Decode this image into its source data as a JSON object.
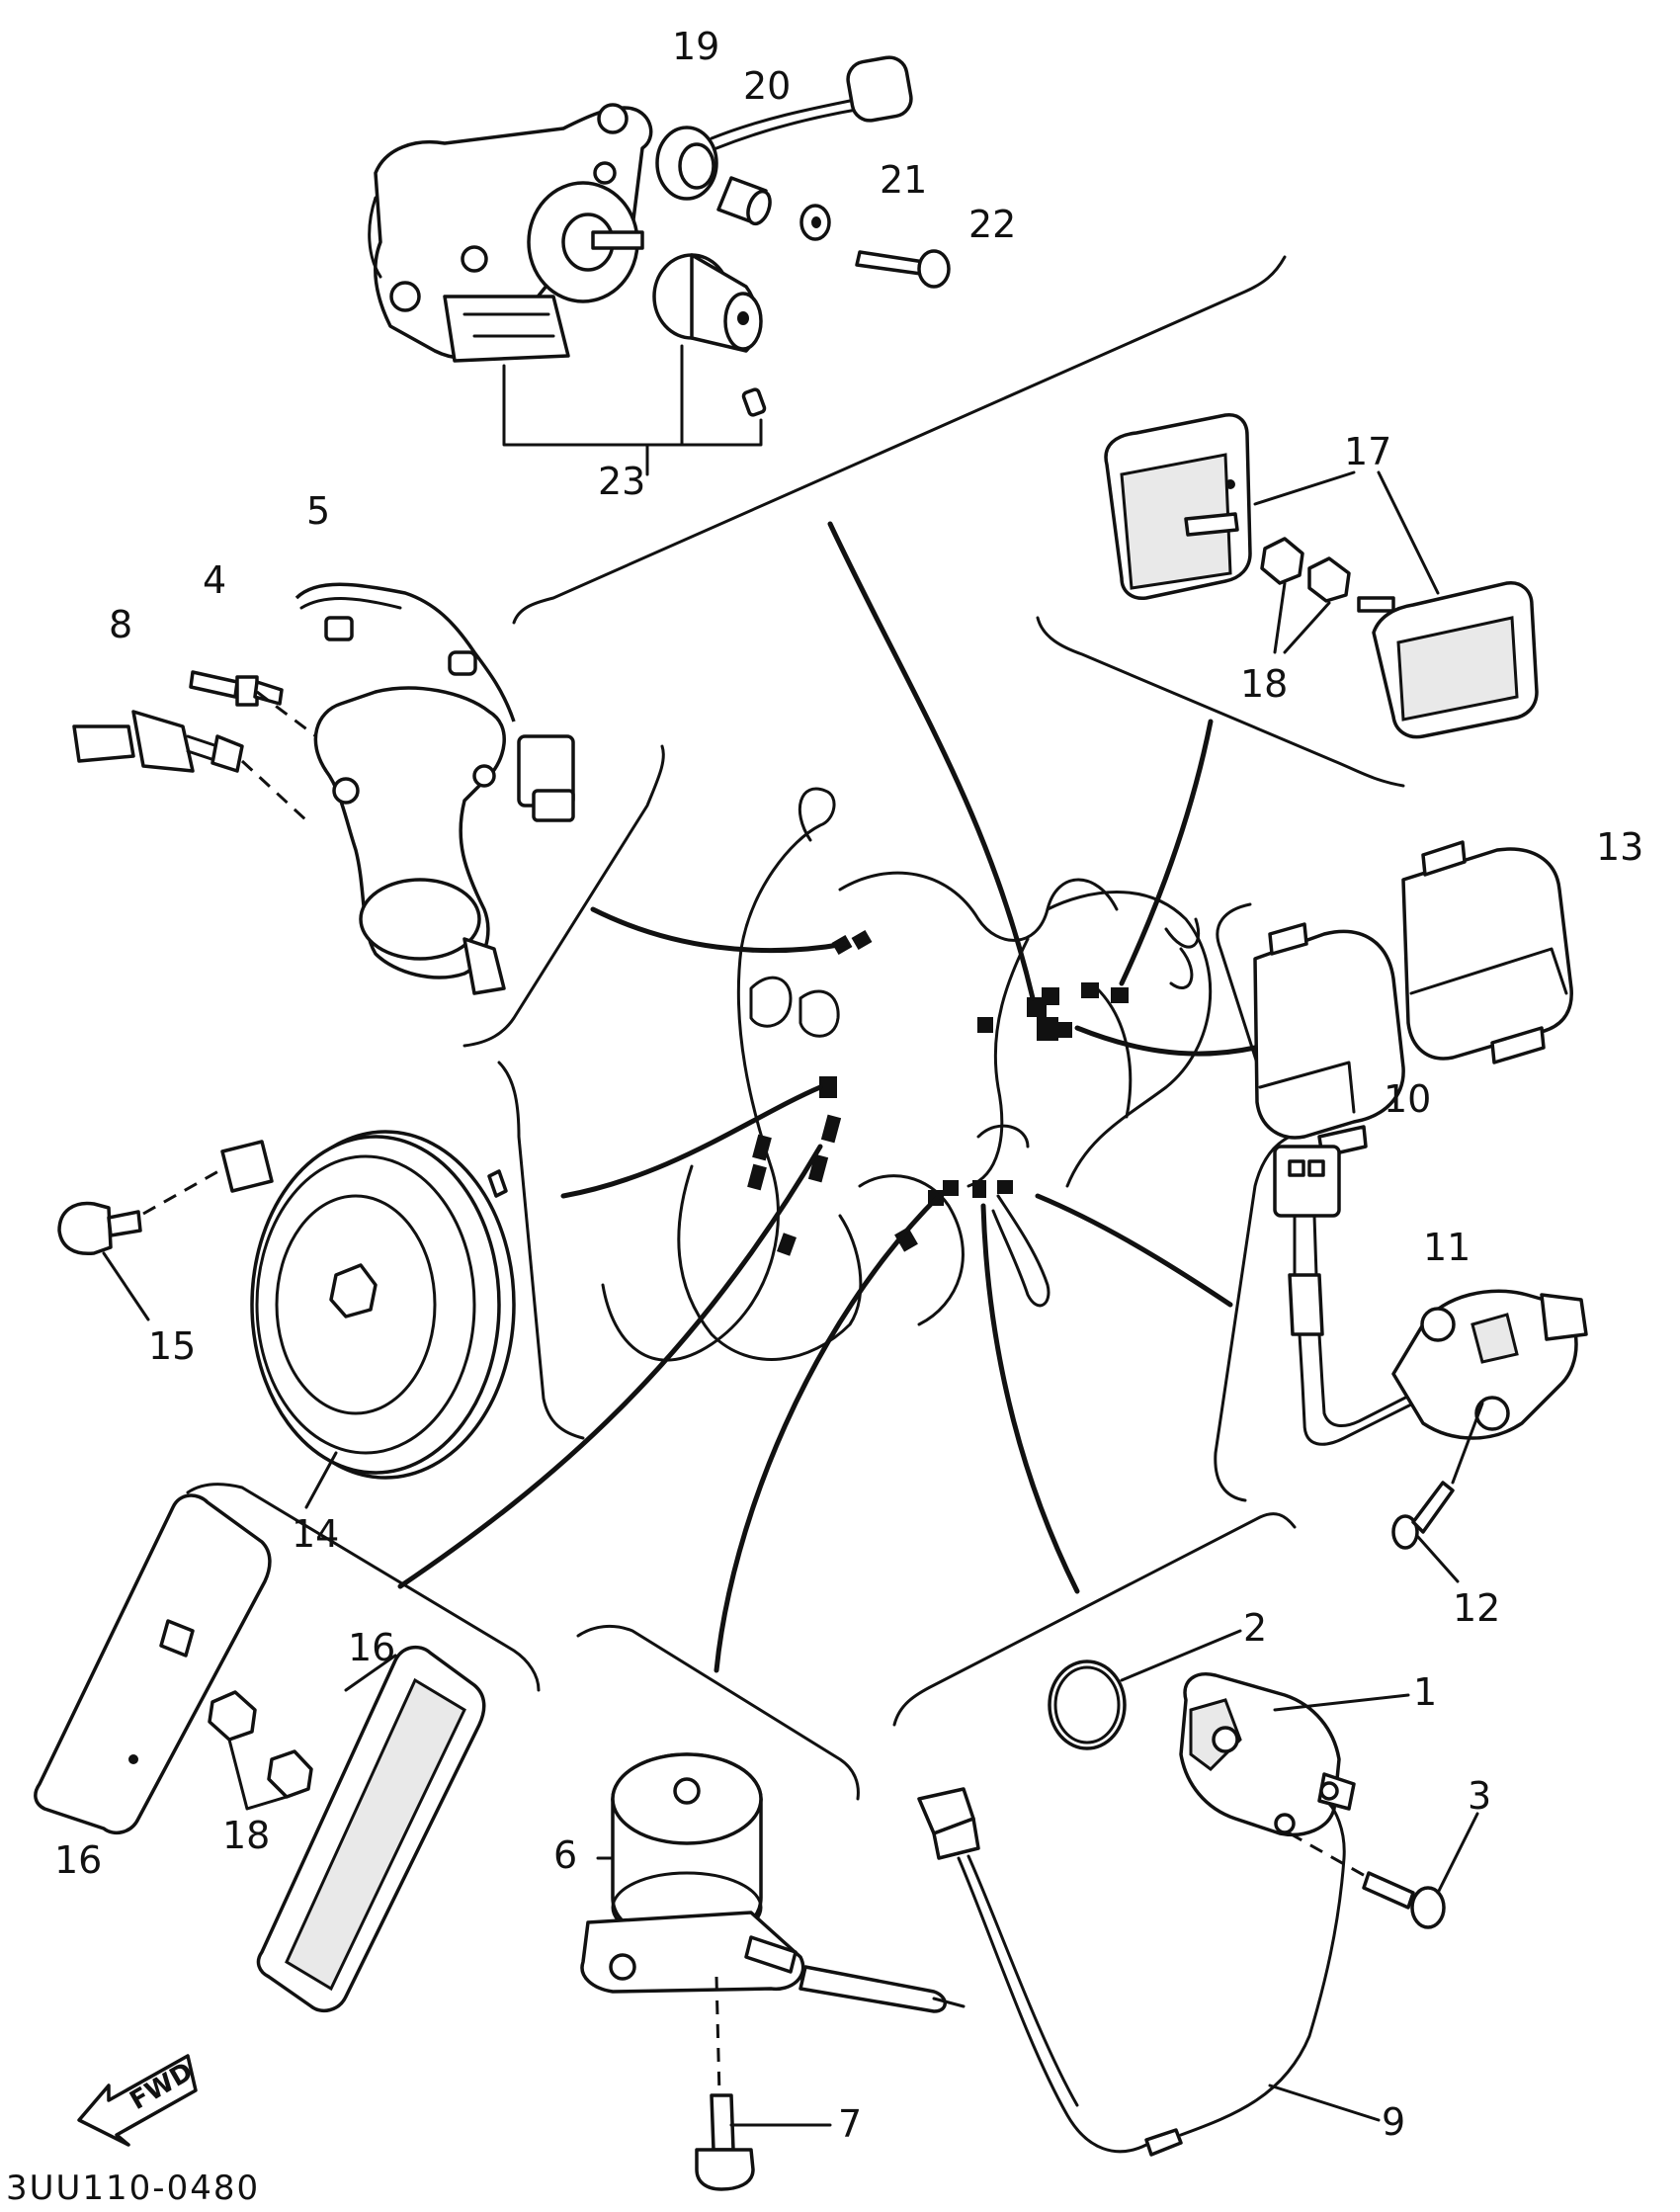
{
  "diagram_code": "3UU110-0480",
  "fwd_label": "FWD",
  "callouts": {
    "c1": "1",
    "c2": "2",
    "c3": "3",
    "c4": "4",
    "c5": "5",
    "c6": "6",
    "c7": "7",
    "c8": "8",
    "c9": "9",
    "c10": "10",
    "c11": "11",
    "c12": "12",
    "c13": "13",
    "c14": "14",
    "c15": "15",
    "c16a": "16",
    "c16b": "16",
    "c17": "17",
    "c18a": "18",
    "c18b": "18",
    "c19": "19",
    "c20": "20",
    "c21": "21",
    "c22": "22",
    "c23": "23"
  }
}
